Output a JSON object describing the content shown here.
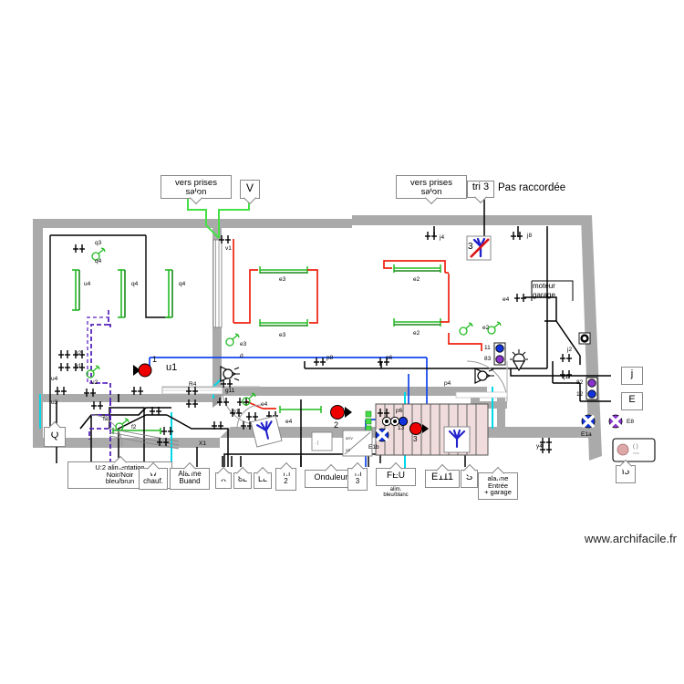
{
  "document": {
    "type": "electrical-floor-plan",
    "watermark": "www.archifacile.fr",
    "note_top": "Pas raccordée"
  },
  "callouts": {
    "vers_prises_salon_left": "vers prises\nsalon",
    "vers_prises_salon_right": "vers prises\nsalon",
    "v": "V",
    "tri3": "tri 3",
    "pas_raccordee": "Pas raccordée",
    "q": "Q",
    "u2_alimentation": "U:2 alimentation\nNoir/Noir\nbleu/brun",
    "w_chauf": "W\nchauf.",
    "alarme_buand": "Alarme\nBuand",
    "x": "X",
    "8l": "8L",
    "ll": "LL",
    "tri2": "Tri\n2",
    "onduleur": "Onduleur",
    "tri3_bottom": "Tri\n3",
    "feu": "FEU",
    "feu_sub": "alim.\nbleu/blanc",
    "e111": "E111",
    "s": "S",
    "alarme_entree_garage": "alarme\nEntrée\n+ garage",
    "f5": "f5",
    "j": "j",
    "e": "E",
    "moteur_garage": "moteur\ngarage"
  },
  "labels": {
    "left_room": [
      "q3",
      "q4",
      "u4",
      "q4",
      "q4",
      "q2",
      "q1",
      "u4",
      "u2",
      "u3",
      "f2",
      "f2",
      "u1",
      "R4"
    ],
    "q3": "q3",
    "q4a": "q4",
    "q4b": "q4",
    "q4c": "q4",
    "u4a": "u4",
    "u4b": "u4",
    "u3": "u3",
    "u2": "u2",
    "q2": "q2",
    "q1": "q1",
    "f2a": "f2",
    "f2b": "f2",
    "u1": "u1",
    "r4": "R4",
    "v1": "v1",
    "e3a": "e3",
    "e3b": "e3",
    "e3c": "e3",
    "e2a": "e2",
    "e2b": "e2",
    "e2c": "e2",
    "e4a": "e4",
    "e4b": "e4",
    "e4c": "e4",
    "d": "d",
    "j4": "j4",
    "j8": "j8",
    "j2": "j2",
    "j1": "j1",
    "p8": "p8",
    "p6a": "p6",
    "p6b": "p6",
    "p4": "p4",
    "n11": "11",
    "n83": "83",
    "n82": "82",
    "n12": "12",
    "n13": "13",
    "n1": "1",
    "n2": "2",
    "n3a": "3",
    "n3b": "3",
    "e1a": "E1a",
    "e1b": "E1b",
    "e8": "E8",
    "x1": "X1",
    "y4": "y4",
    "e4right": "e4",
    "g1": "g1",
    "g11": "g11"
  },
  "colors": {
    "wall": "#aaaaaa",
    "wall_dark": "#9a9a9a",
    "wire_black": "#000000",
    "wire_red": "#ee2211",
    "wire_blue": "#1144ee",
    "wire_cyan": "#00d8e8",
    "wire_green": "#22cc22",
    "wire_violet": "#5522bb",
    "lamp_green": "#22bb22",
    "red_dot": "#ee0000",
    "socket_blue": "#1133dd",
    "socket_violet": "#8833cc",
    "stairs_fill": "#f0dcdc"
  }
}
